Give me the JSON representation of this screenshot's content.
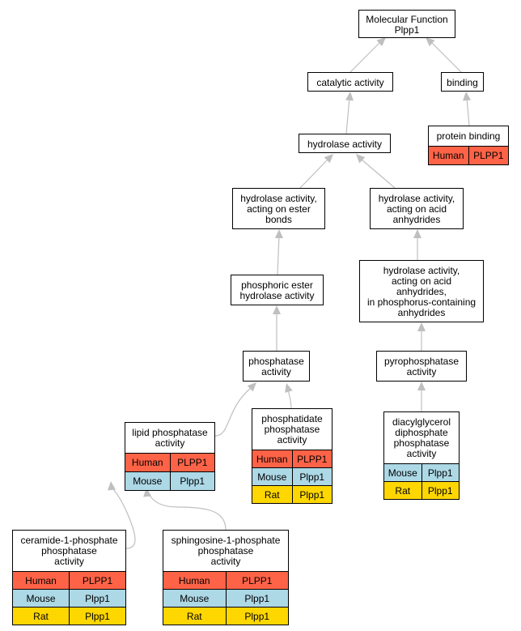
{
  "nodes": {
    "root": {
      "label": "Molecular Function\nPlpp1"
    },
    "catalytic": {
      "label": "catalytic activity"
    },
    "binding": {
      "label": "binding"
    },
    "protein_binding": {
      "label": "protein binding",
      "rows": [
        {
          "species": "Human",
          "gene": "PLPP1"
        }
      ]
    },
    "hydrolase": {
      "label": "hydrolase activity"
    },
    "hydrolase_ester": {
      "label": "hydrolase activity,\nacting on ester\nbonds"
    },
    "hydrolase_acid": {
      "label": "hydrolase activity,\nacting on acid\nanhydrides"
    },
    "phosphoric_ester": {
      "label": "phosphoric ester\nhydrolase activity"
    },
    "hydrolase_phosphorus": {
      "label": "hydrolase activity,\nacting on acid\nanhydrides,\nin phosphorus-containing\nanhydrides"
    },
    "phosphatase": {
      "label": "phosphatase\nactivity"
    },
    "pyrophosphatase": {
      "label": "pyrophosphatase\nactivity"
    },
    "lipid_phosphatase": {
      "label": "lipid phosphatase\nactivity",
      "rows": [
        {
          "species": "Human",
          "gene": "PLPP1"
        },
        {
          "species": "Mouse",
          "gene": "Plpp1"
        }
      ]
    },
    "phosphatidate": {
      "label": "phosphatidate\nphosphatase\nactivity",
      "rows": [
        {
          "species": "Human",
          "gene": "PLPP1"
        },
        {
          "species": "Mouse",
          "gene": "Plpp1"
        },
        {
          "species": "Rat",
          "gene": "Plpp1"
        }
      ]
    },
    "diacylglycerol": {
      "label": "diacylglycerol\ndiphosphate\nphosphatase\nactivity",
      "rows": [
        {
          "species": "Mouse",
          "gene": "Plpp1"
        },
        {
          "species": "Rat",
          "gene": "Plpp1"
        }
      ]
    },
    "ceramide": {
      "label": "ceramide-1-phosphate\nphosphatase\nactivity",
      "rows": [
        {
          "species": "Human",
          "gene": "PLPP1"
        },
        {
          "species": "Mouse",
          "gene": "Plpp1"
        },
        {
          "species": "Rat",
          "gene": "Plpp1"
        }
      ]
    },
    "sphingosine": {
      "label": "sphingosine-1-phosphate\nphosphatase\nactivity",
      "rows": [
        {
          "species": "Human",
          "gene": "PLPP1"
        },
        {
          "species": "Mouse",
          "gene": "Plpp1"
        },
        {
          "species": "Rat",
          "gene": "Plpp1"
        }
      ]
    }
  },
  "edges": [
    {
      "from": "catalytic",
      "to": "root"
    },
    {
      "from": "binding",
      "to": "root"
    },
    {
      "from": "protein_binding",
      "to": "binding"
    },
    {
      "from": "hydrolase",
      "to": "catalytic"
    },
    {
      "from": "hydrolase_ester",
      "to": "hydrolase"
    },
    {
      "from": "hydrolase_acid",
      "to": "hydrolase"
    },
    {
      "from": "phosphoric_ester",
      "to": "hydrolase_ester"
    },
    {
      "from": "hydrolase_phosphorus",
      "to": "hydrolase_acid"
    },
    {
      "from": "phosphatase",
      "to": "phosphoric_ester"
    },
    {
      "from": "pyrophosphatase",
      "to": "hydrolase_phosphorus"
    },
    {
      "from": "lipid_phosphatase",
      "to": "phosphatase"
    },
    {
      "from": "phosphatidate",
      "to": "phosphatase"
    },
    {
      "from": "diacylglycerol",
      "to": "pyrophosphatase"
    },
    {
      "from": "ceramide",
      "to": "lipid_phosphatase"
    },
    {
      "from": "sphingosine",
      "to": "lipid_phosphatase"
    }
  ],
  "colors": {
    "human": "#ff6347",
    "mouse": "#add8e6",
    "rat": "#ffd700",
    "edge": "#bfbfbf"
  }
}
